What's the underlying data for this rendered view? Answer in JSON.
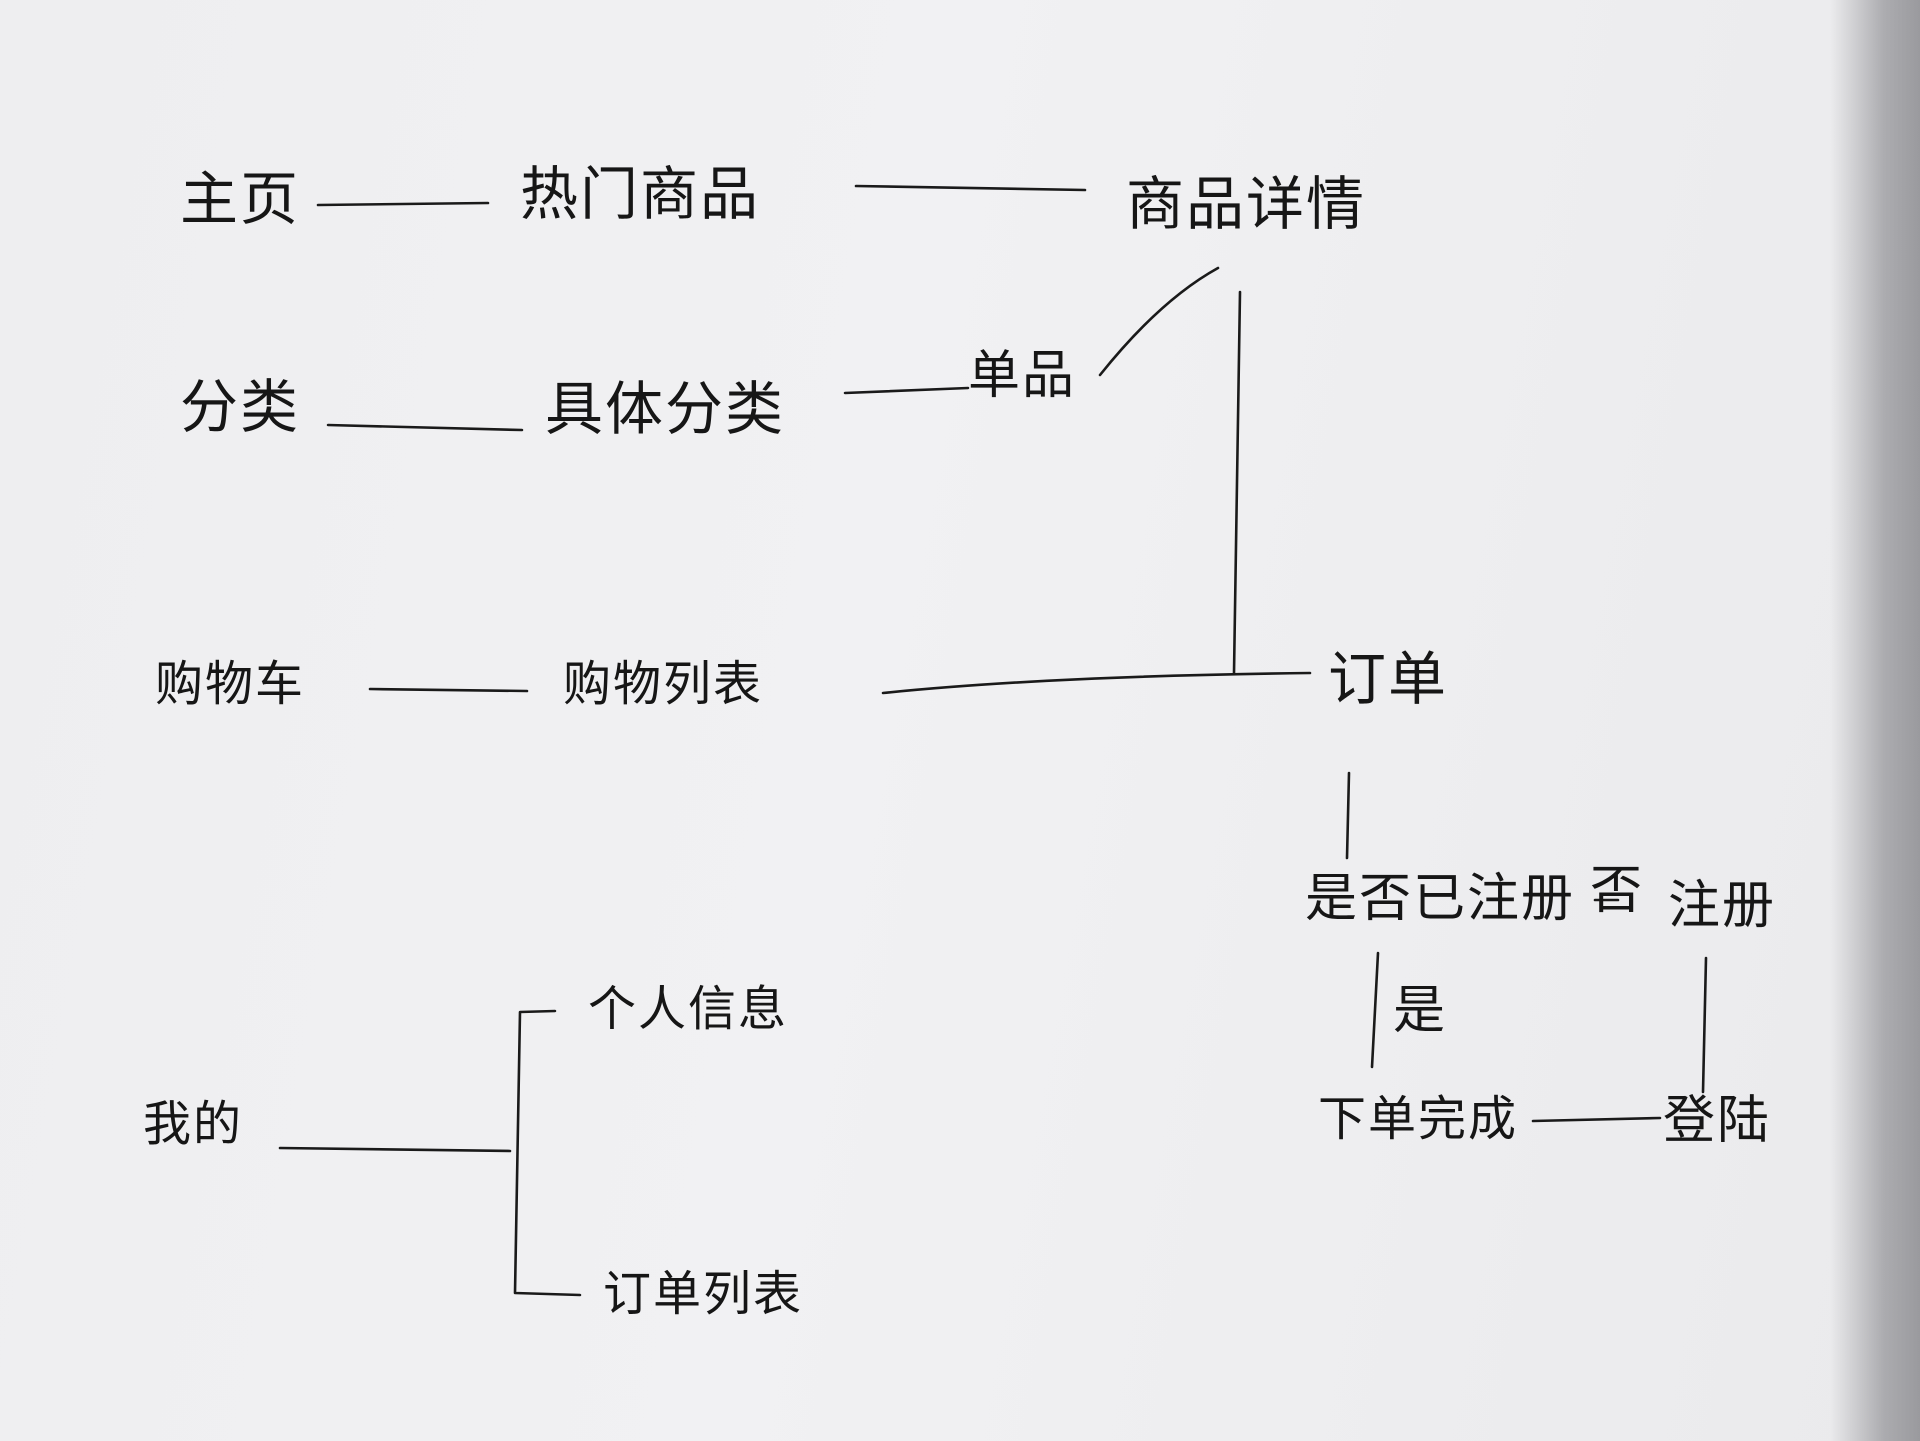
{
  "diagram": {
    "nodes": {
      "home": "主页",
      "hot_goods": "热门商品",
      "goods_detail": "商品详情",
      "category": "分类",
      "sub_category": "具体分类",
      "single_item": "单品",
      "cart": "购物车",
      "cart_list": "购物列表",
      "order": "订单",
      "registered_q": "是否已注册",
      "no_label": "否",
      "register": "注册",
      "yes_label": "是",
      "order_done": "下单完成",
      "login": "登陆",
      "mine": "我的",
      "personal_info": "个人信息",
      "order_list": "订单列表"
    },
    "edges": [
      [
        "home",
        "hot_goods"
      ],
      [
        "hot_goods",
        "goods_detail"
      ],
      [
        "category",
        "sub_category"
      ],
      [
        "sub_category",
        "single_item"
      ],
      [
        "single_item",
        "goods_detail"
      ],
      [
        "goods_detail",
        "order"
      ],
      [
        "cart",
        "cart_list"
      ],
      [
        "cart_list",
        "order"
      ],
      [
        "order",
        "registered_q"
      ],
      [
        "registered_q",
        "order_done"
      ],
      [
        "registered_q",
        "register"
      ],
      [
        "register",
        "login"
      ],
      [
        "login",
        "order_done"
      ],
      [
        "mine",
        "personal_info"
      ],
      [
        "mine",
        "order_list"
      ]
    ]
  }
}
